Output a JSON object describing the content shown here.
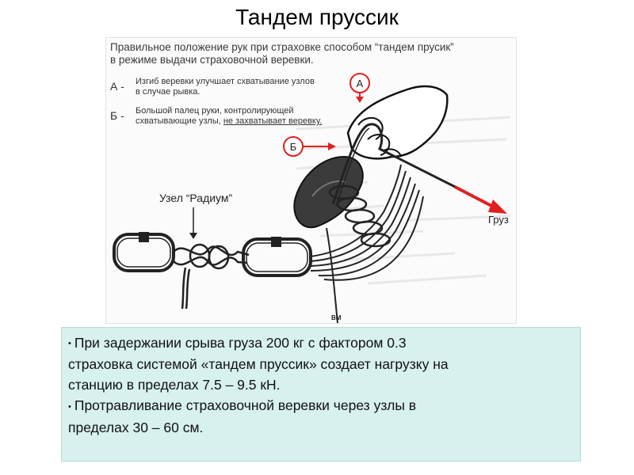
{
  "title": "Тандем пруссик",
  "figure": {
    "heading_line1": "Правильное положение рук при страховке способом “тандем прусик”",
    "heading_line2": "в режиме выдачи страховочной веревки.",
    "items": [
      {
        "label": "А -",
        "line1": "Изгиб веревки улучшает схватывание узлов",
        "line2": "в случае рывка."
      },
      {
        "label": "Б -",
        "line1": "Большой палец руки, контролирующей",
        "line2_plain": "схватывающие узлы, ",
        "line2_underlined": "не захватывает веревку."
      }
    ],
    "marker_a": "А",
    "marker_b": "Б",
    "knot_label": "Узел “Радиум”",
    "load_label": "Груз",
    "signature": "BM"
  },
  "notes": [
    {
      "line1": "При задержании срыва груза 200 кг с фактором 0.3",
      "line2": "страховка системой «тандем пруссик» создает нагрузку на",
      "line3": "станцию в пределах 7.5 – 9.5 кН."
    },
    {
      "line1": "Протравливание страховочной веревки через узлы в",
      "line2": "пределах 30 – 60 см."
    }
  ],
  "colors": {
    "arrow": "#e02020",
    "note_bg": "#d7f1ee"
  }
}
